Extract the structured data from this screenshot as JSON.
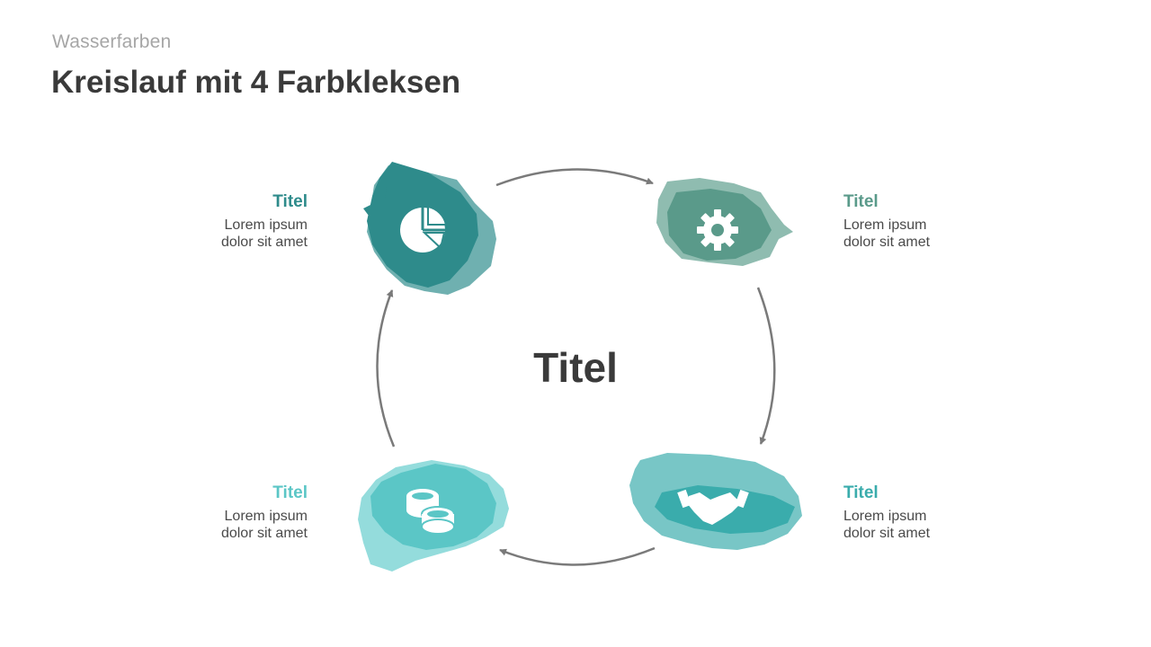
{
  "header": {
    "subtitle": "Wasserfarben",
    "title": "Kreislauf mit 4 Farbkleksen"
  },
  "center": {
    "title": "Titel"
  },
  "steps": [
    {
      "title": "Titel",
      "line1": "Lorem ipsum",
      "line2": "dolor sit amet",
      "icon": "pie-chart-icon",
      "color": "#2e8b8b"
    },
    {
      "title": "Titel",
      "line1": "Lorem ipsum",
      "line2": "dolor sit amet",
      "icon": "gear-icon",
      "color": "#5a9a8a"
    },
    {
      "title": "Titel",
      "line1": "Lorem ipsum",
      "line2": "dolor sit amet",
      "icon": "handshake-icon",
      "color": "#3aacac"
    },
    {
      "title": "Titel",
      "line1": "Lorem ipsum",
      "line2": "dolor sit amet",
      "icon": "coins-icon",
      "color": "#5bc6c6"
    }
  ],
  "colors": {
    "arrow": "#7a7a7a",
    "text_dark": "#3a3a3a",
    "subtitle": "#a6a6a6"
  }
}
